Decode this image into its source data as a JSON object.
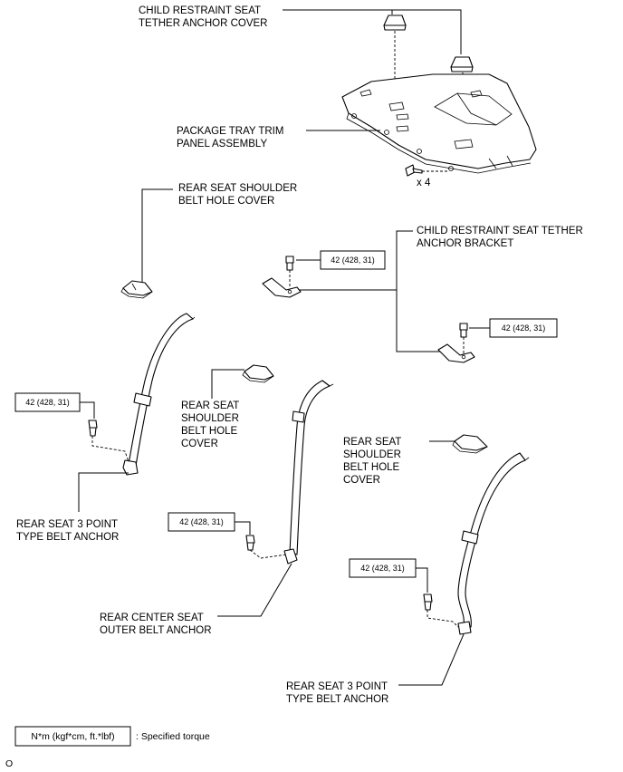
{
  "labels": {
    "child_restraint_cover_1": "CHILD RESTRAINT SEAT",
    "child_restraint_cover_2": "TETHER ANCHOR COVER",
    "package_tray_1": "PACKAGE TRAY TRIM",
    "package_tray_2": "PANEL ASSEMBLY",
    "clip_count": "x 4",
    "shoulder_cover_top_1": "REAR SEAT SHOULDER",
    "shoulder_cover_top_2": "BELT HOLE COVER",
    "tether_bracket_1": "CHILD RESTRAINT SEAT TETHER",
    "tether_bracket_2": "ANCHOR BRACKET",
    "shoulder_cover_mid_1": "REAR SEAT",
    "shoulder_cover_mid_2": "SHOULDER",
    "shoulder_cover_mid_3": "BELT HOLE",
    "shoulder_cover_mid_4": "COVER",
    "shoulder_cover_right_1": "REAR SEAT",
    "shoulder_cover_right_2": "SHOULDER",
    "shoulder_cover_right_3": "BELT HOLE",
    "shoulder_cover_right_4": "COVER",
    "belt_anchor_left_1": "REAR SEAT 3 POINT",
    "belt_anchor_left_2": "TYPE BELT ANCHOR",
    "center_anchor_1": "REAR CENTER SEAT",
    "center_anchor_2": "OUTER BELT ANCHOR",
    "belt_anchor_right_1": "REAR SEAT 3 POINT",
    "belt_anchor_right_2": "TYPE BELT ANCHOR"
  },
  "torque": {
    "bracket_upper": "42 (428, 31)",
    "bracket_lower": "42 (428, 31)",
    "left_anchor": "42 (428, 31)",
    "center_anchor": "42 (428, 31)",
    "right_anchor": "42 (428, 31)"
  },
  "legend": {
    "box_text": "N*m (kgf*cm, ft.*lbf)",
    "description": ": Specified torque"
  },
  "footer": {
    "code": "O"
  }
}
